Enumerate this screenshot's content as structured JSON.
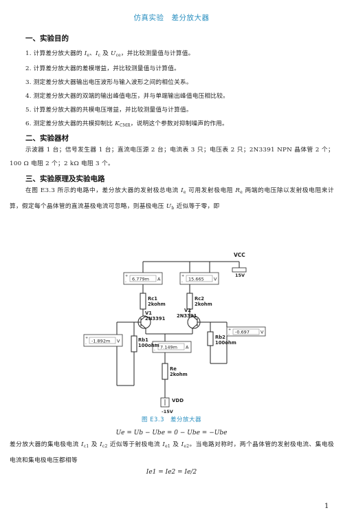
{
  "header": {
    "title": "仿真实验　差分放大器"
  },
  "sections": {
    "s1": "一、实验目的",
    "s2": "二、实验器材",
    "s3": "三、实验原理及实验电路"
  },
  "objectives": {
    "o1_a": "1. 计算差分放大器的 ",
    "o1_b": "、",
    "o1_c": " 及 ",
    "o1_d": "，并比较测量值与计算值。",
    "o2": "2. 计算差分放大器的差模增益，并比较测量值与计算值。",
    "o3": "3. 测定差分放大器输出电压波形与输入波形之间的相位关系。",
    "o4": "4. 测定差分放大器的双端的输出峰值电压，并与单端输出峰值电压相比较。",
    "o5": "5. 计算差分放大器的共模电压增益，并比较测量值与计算值。",
    "o6_a": "6. 测定差分放大器的共模抑制比 ",
    "o6_b": "，说明这个参数对抑制噪声的作用。"
  },
  "symbols": {
    "I": "I",
    "U": "U",
    "K": "K",
    "R": "R",
    "sub_e": "e",
    "sub_c": "c",
    "sub_ce": "ce",
    "sub_cmr": "CMR",
    "sub_b": "b",
    "sub_be": "be",
    "sub_e1": "e1",
    "sub_e2": "e2",
    "sub_c1": "c1",
    "sub_c2": "c2"
  },
  "equipment": "示波器 1 台；信号发生器 1 台；直流电压源 2 台；电流表 3 只；电压表 2 只；2N3391 NPN 晶体管 2 个；100 Ω 电阻 2 个；2 kΩ 电阻 3 个。",
  "principle": {
    "p1_a": "在图 E3.3 所示的电路中，差分放大器的发射极总电流 ",
    "p1_b": " 可用发射极电阻 ",
    "p1_c": " 两端的电压除以发射极电阻来计算，假定每个晶体管的直流基极电流可忽略，则基极电压 ",
    "p1_d": " 近似等于零，即",
    "p2_a": "差分放大器的集电极电流 ",
    "p2_b": " 及 ",
    "p2_c": " 近似等于射极电流 ",
    "p2_d": " 及 ",
    "p2_e": "。当电路对称时，两个晶体管的发射极电流、集电极电流和集电极电压都相等"
  },
  "circuit": {
    "vcc_label": "VCC",
    "vcc_value": "15V",
    "vdd_label": "VDD",
    "vdd_value": "-15V",
    "meter_top_left": "6.779m",
    "meter_top_left_unit": "A",
    "meter_top_right": "15.665",
    "meter_top_right_unit": "V",
    "meter_left": "-1.892m",
    "meter_left_unit": "V",
    "meter_right": "-0.697",
    "meter_right_unit": "V",
    "meter_emitter": "7.149m",
    "meter_emitter_unit": "A",
    "rc1": "Rc1",
    "rc1_val": "2kohm",
    "rc2": "Rc2",
    "rc2_val": "2kohm",
    "v1": "V1",
    "v1_type": "2N3391",
    "v2": "V2",
    "v2_type": "2N3391",
    "rb1": "Rb1",
    "rb1_val": "100ohm",
    "rb2": "Rb2",
    "rb2_val": "100ohm",
    "re": "Re",
    "re_val": "2kohm",
    "plus": "+",
    "minus": "-"
  },
  "figure_caption": "图 E3.3　差分放大器",
  "equations": {
    "eq1": "Ue = Ub − Ube = 0 − Ube = −Ube",
    "eq2": "Ie1 = Ie2 = Ie/2"
  },
  "page_number": "1"
}
